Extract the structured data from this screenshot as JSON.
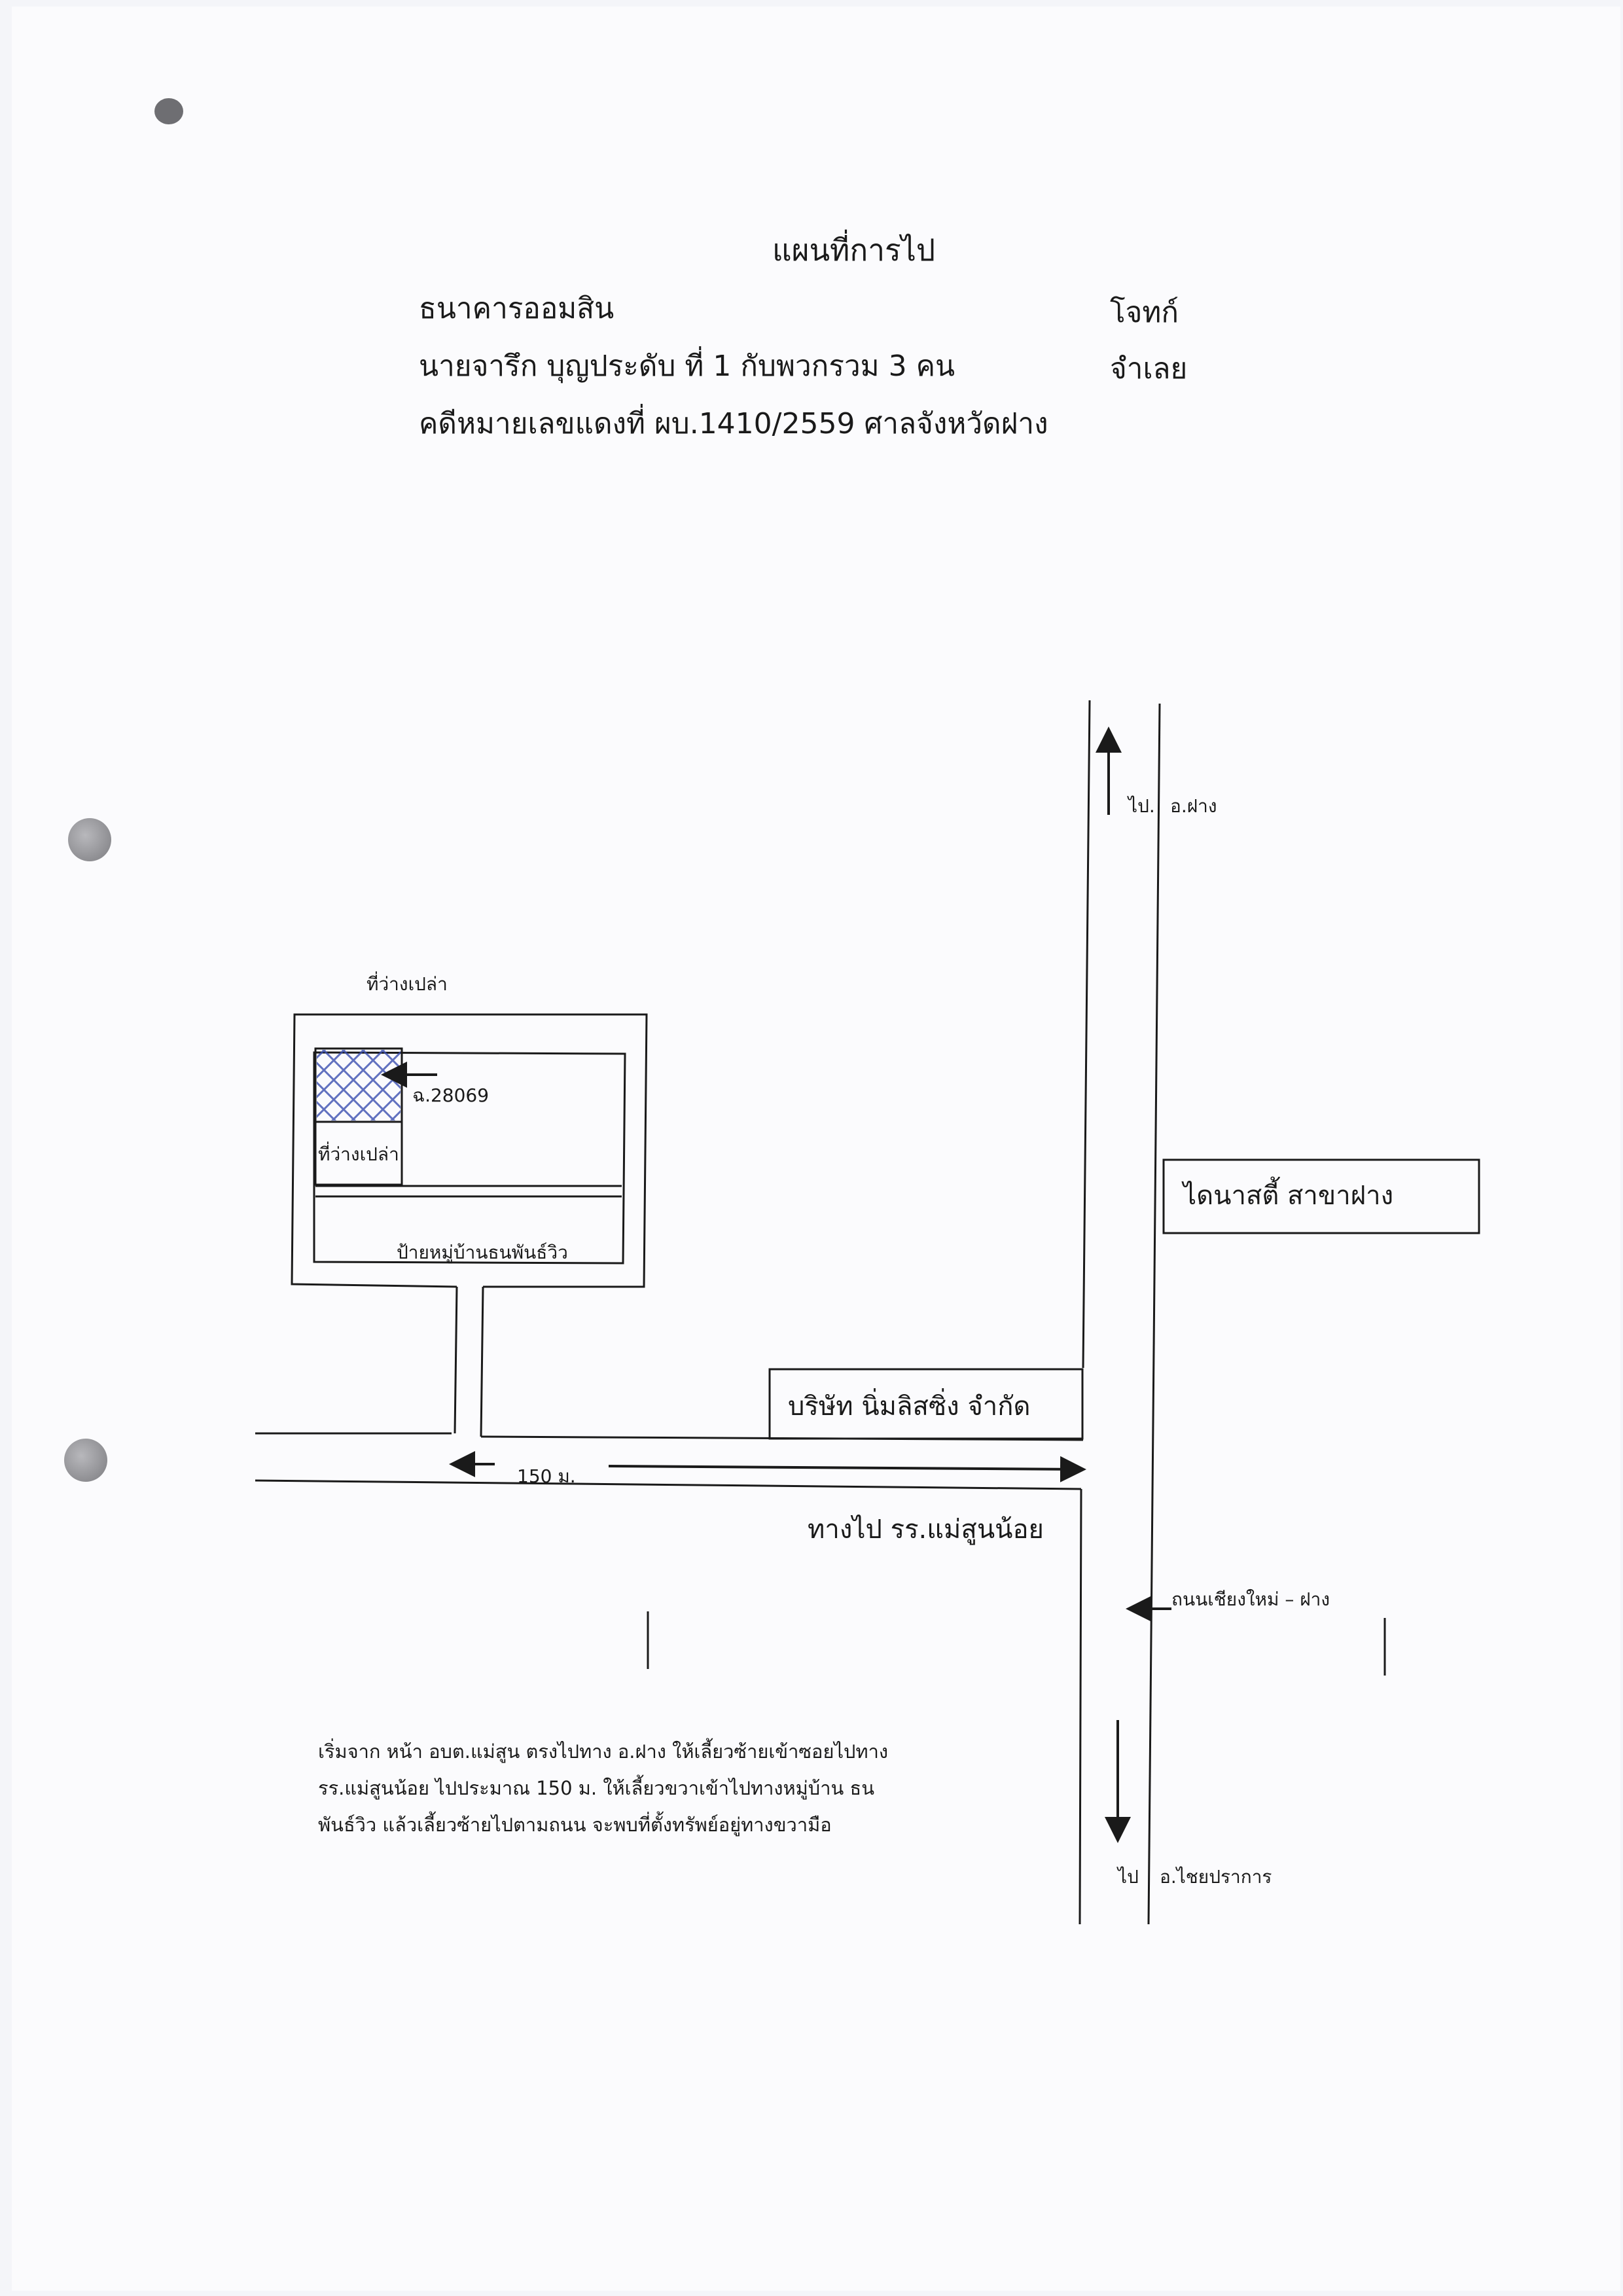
{
  "header": {
    "title": "แผนที่การไป",
    "plaintiff_name": "ธนาคารออมสิน",
    "plaintiff_role": "โจทก์",
    "defendant_name": "นายจารึก  บุญประดับ ที่ 1 กับพวกรวม 3 คน",
    "defendant_role": "จำเลย",
    "case_line": "คดีหมายเลขแดงที่ ผบ.1410/2559 ศาลจังหวัดฝาง"
  },
  "map": {
    "vacant_top": "ที่ว่างเปล่า",
    "deed_label": "ฉ.28069",
    "vacant_plot": "ที่ว่างเปล่า",
    "village_sign": "ป้ายหมู่บ้านธนพันธ์วิว",
    "dynasty_box": "ไดนาสตี้ สาขาฝาง",
    "company_box": "บริษัท นิ่มลิสซิ่ง จำกัด",
    "distance": "150 ม.",
    "to_school": "ทางไป รร.แม่สูนน้อย",
    "to_fang_prefix": "ไป.",
    "to_fang": "อ.ฝาง",
    "highway": "ถนนเชียงใหม่ – ฝาง",
    "to_chai_prefix": "ไป",
    "to_chai": "อ.ไชยปราการ"
  },
  "directions": {
    "line1": "เริ่มจาก หน้า อบต.แม่สูน  ตรงไปทาง อ.ฝาง ให้เลี้ยวซ้ายเข้าซอยไปทาง",
    "line2": "รร.แม่สูนน้อย ไปประมาณ 150 ม. ให้เลี้ยวขวาเข้าไปทางหมู่บ้าน ธน",
    "line3": "พันธ์วิว แล้วเลี้ยวซ้ายไปตามถนน จะพบที่ตั้งทรัพย์อยู่ทางขวามือ"
  },
  "colors": {
    "ink": "#1a1a1a",
    "hatch": "#3a4fb0",
    "paper": "#fbfbfd"
  }
}
